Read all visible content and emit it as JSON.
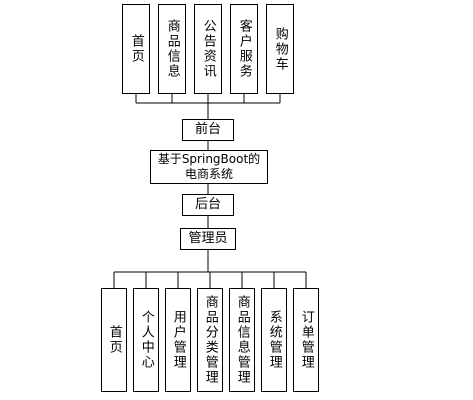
{
  "diagram": {
    "top_nodes": [
      "首页",
      "商品信息",
      "公告资讯",
      "客户服务",
      "购物车"
    ],
    "frontend": "前台",
    "system_line1": "基于SpringBoot的",
    "system_line2": "电商系统",
    "backend": "后台",
    "admin": "管理员",
    "bottom_nodes": [
      "首页",
      "个人中心",
      "用户管理",
      "商品分类管理",
      "商品信息管理",
      "系统管理",
      "订单管理"
    ]
  }
}
